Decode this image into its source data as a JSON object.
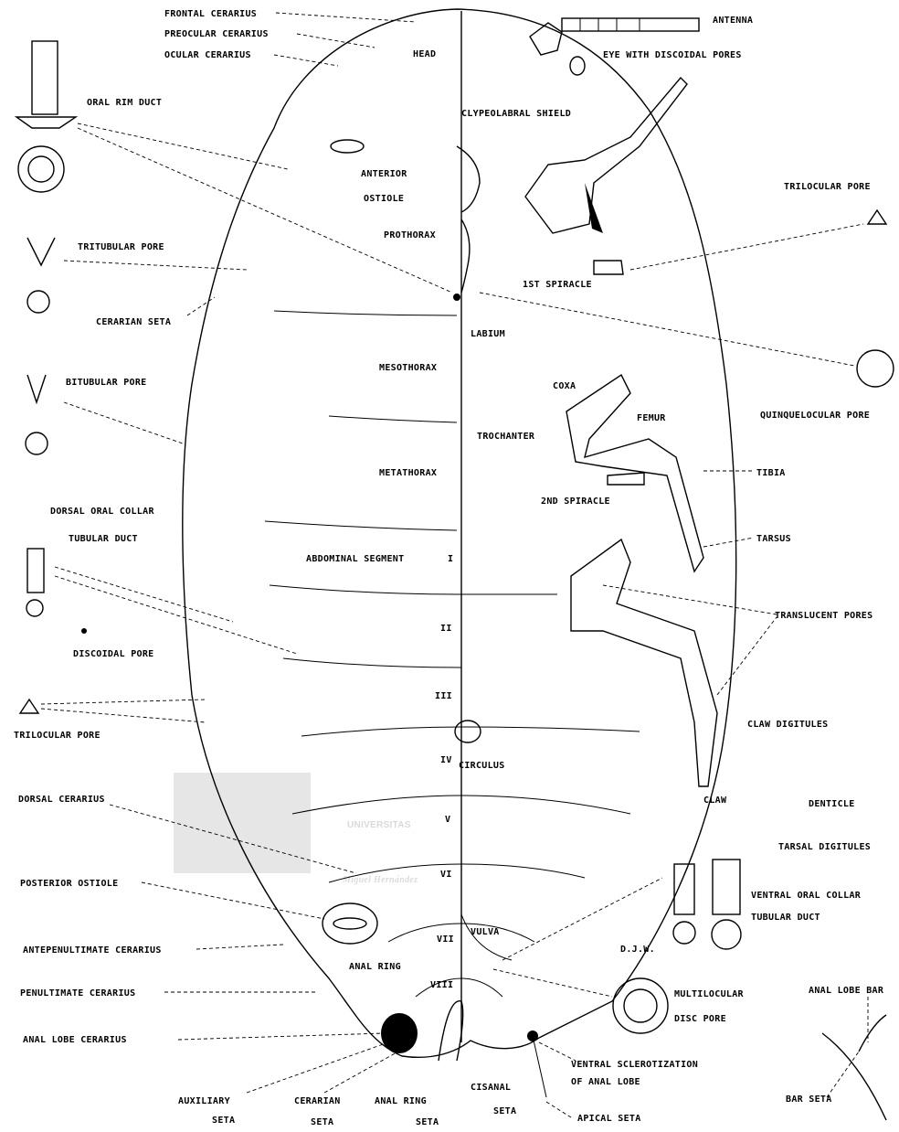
{
  "watermark": {
    "line1": "UNIVERSITAS",
    "line2": "Miguel Hernández"
  },
  "signature": "D.J.W.",
  "labels": {
    "frontal_cerarius": "FRONTAL CERARIUS",
    "preocular_cerarius": "PREOCULAR CERARIUS",
    "ocular_cerarius": "OCULAR CERARIUS",
    "head": "HEAD",
    "antenna": "ANTENNA",
    "eye": "EYE WITH DISCOIDAL PORES",
    "oral_rim_duct": "ORAL RIM DUCT",
    "clypeolabral_shield": "CLYPEOLABRAL SHIELD",
    "anterior": "ANTERIOR",
    "ostiole": "OSTIOLE",
    "trilocular_pore_top": "TRILOCULAR PORE",
    "tritubular_pore": "TRITUBULAR PORE",
    "prothorax": "PROTHORAX",
    "first_spiracle": "1ST SPIRACLE",
    "cerarian_seta_left": "CERARIAN SETA",
    "labium": "LABIUM",
    "bitubular_pore": "BITUBULAR PORE",
    "mesothorax": "MESOTHORAX",
    "coxa": "COXA",
    "quinquelocular_pore": "QUINQUELOCULAR PORE",
    "femur": "FEMUR",
    "trochanter": "TROCHANTER",
    "metathorax": "METATHORAX",
    "tibia": "TIBIA",
    "second_spiracle": "2ND SPIRACLE",
    "dorsal_oral_collar_1": "DORSAL ORAL COLLAR",
    "dorsal_oral_collar_2": "TUBULAR DUCT",
    "abdominal_segment": "ABDOMINAL SEGMENT",
    "seg_i": "I",
    "tarsus": "TARSUS",
    "seg_ii": "II",
    "translucent_pores": "TRANSLUCENT PORES",
    "discoidal_pore": "DISCOIDAL PORE",
    "seg_iii": "III",
    "trilocular_pore_left": "TRILOCULAR PORE",
    "claw_digitules": "CLAW DIGITULES",
    "seg_iv": "IV",
    "circulus": "CIRCULUS",
    "dorsal_cerarius": "DORSAL CERARIUS",
    "claw": "CLAW",
    "denticle": "DENTICLE",
    "seg_v": "V",
    "tarsal_digitules": "TARSAL DIGITULES",
    "posterior_ostiole": "POSTERIOR OSTIOLE",
    "seg_vi": "VI",
    "ventral_oral_collar_1": "VENTRAL ORAL COLLAR",
    "ventral_oral_collar_2": "TUBULAR DUCT",
    "vulva": "VULVA",
    "seg_vii": "VII",
    "antepenultimate_cerarius": "ANTEPENULTIMATE CERARIUS",
    "anal_ring": "ANAL RING",
    "seg_viii": "VIII",
    "penultimate_cerarius": "PENULTIMATE CERARIUS",
    "multilocular_1": "MULTILOCULAR",
    "multilocular_2": "DISC PORE",
    "anal_lobe_bar": "ANAL LOBE BAR",
    "anal_lobe_cerarius": "ANAL LOBE CERARIUS",
    "ventral_scler_1": "VENTRAL SCLEROTIZATION",
    "ventral_scler_2": "OF ANAL LOBE",
    "cisanal_1": "CISANAL",
    "cisanal_2": "SETA",
    "bar_seta": "BAR SETA",
    "auxiliary_1": "AUXILIARY",
    "auxiliary_2": "SETA",
    "cerarian_1": "CERARIAN",
    "cerarian_2": "SETA",
    "anal_ring_seta_1": "ANAL RING",
    "anal_ring_seta_2": "SETA",
    "apical_seta": "APICAL SETA"
  }
}
